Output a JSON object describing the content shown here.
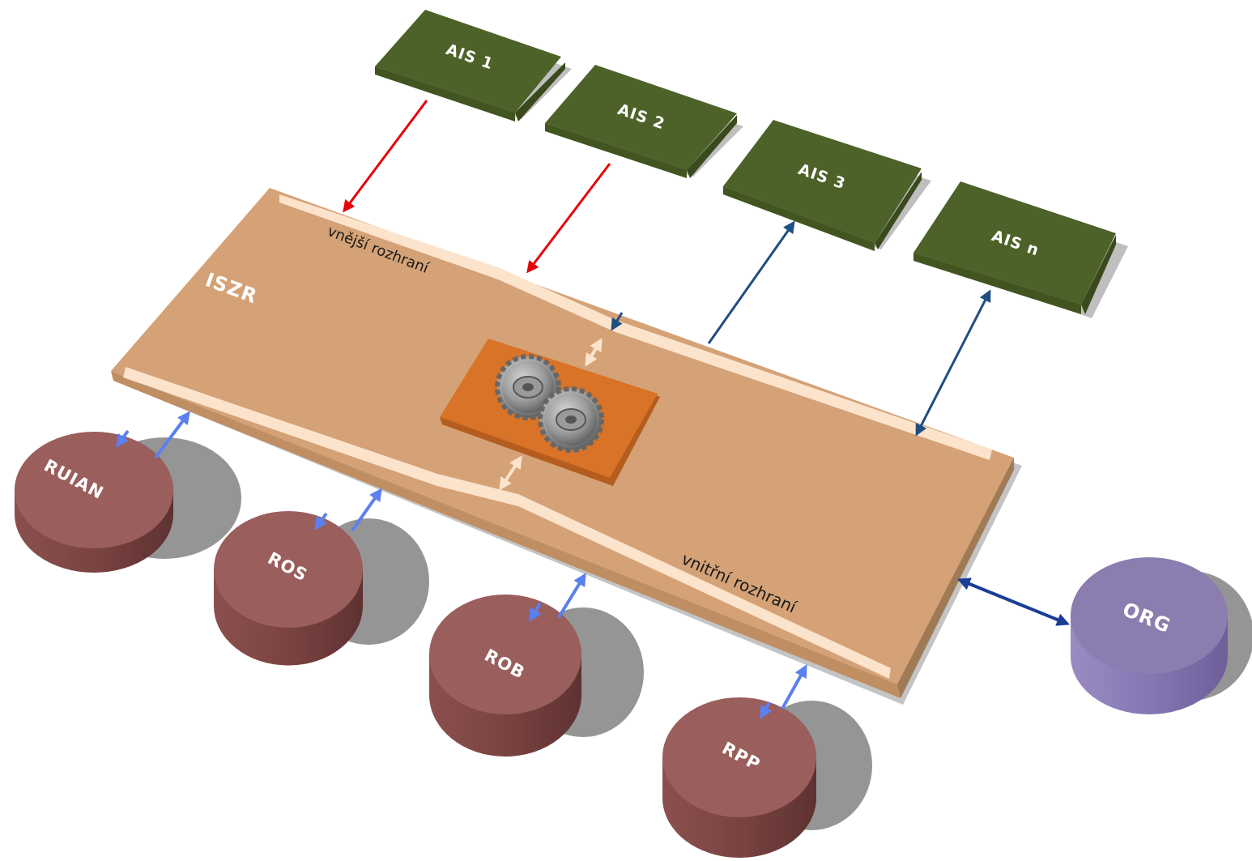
{
  "platform": {
    "label": "ISZR"
  },
  "interfaces": {
    "outer": "vnější rozhraní",
    "inner": "vnitřní rozhraní"
  },
  "ais": [
    {
      "label": "AIS 1",
      "flow": "to-platform"
    },
    {
      "label": "AIS 2",
      "flow": "to-platform"
    },
    {
      "label": "AIS 3",
      "flow": "from-platform"
    },
    {
      "label": "AIS n",
      "flow": "bidirectional"
    }
  ],
  "registers": [
    {
      "label": "RUIAN"
    },
    {
      "label": "ROS"
    },
    {
      "label": "ROB"
    },
    {
      "label": "RPP"
    }
  ],
  "external": {
    "label": "ORG"
  },
  "engine": {
    "icon": "gears-icon"
  },
  "colors": {
    "ais_block": "#4d6228",
    "platform": "#d4a276",
    "platform_edge": "#fce3cc",
    "engine_plate": "#d97327",
    "register_cylinder": "#9a5e5c",
    "org_cylinder": "#8b7db0",
    "arrow_input": "#e8000b",
    "arrow_output": "#1f4e80",
    "arrow_register": "#5b80f0",
    "arrow_org": "#1a3d96",
    "arrow_engine": "#fce3cc"
  }
}
